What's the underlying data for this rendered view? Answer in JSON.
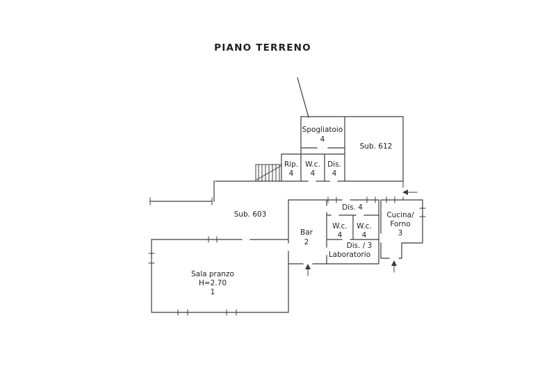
{
  "page": {
    "title": "PIANO TERRENO"
  },
  "colors": {
    "line": "#3b3b3b",
    "text": "#1e1e1e",
    "background": "#ffffff"
  },
  "rooms": {
    "spogliatoio": {
      "name": "Spogliatoio",
      "number": "4"
    },
    "sub612": {
      "name": "Sub. 612"
    },
    "rip": {
      "name": "Rip.",
      "number": "4"
    },
    "wc_upper": {
      "name": "W.c.",
      "number": "4"
    },
    "dis_upper": {
      "name": "Dis.",
      "number": "4"
    },
    "sub603": {
      "name": "Sub. 603"
    },
    "dis_bar": {
      "name": "Dis. 4"
    },
    "bar": {
      "name": "Bar",
      "number": "2"
    },
    "wc_bar_left": {
      "name": "W.c.",
      "number": "4"
    },
    "wc_bar_right": {
      "name": "W.c.",
      "number": "4"
    },
    "cucina": {
      "name_line1": "Cucina/",
      "name_line2": "Forno",
      "number": "3"
    },
    "dis_lab": {
      "name": "Dis. / 3"
    },
    "laboratorio": {
      "name": "Laboratorio"
    },
    "sala_pranzo": {
      "name": "Sala pranzo",
      "height": "H=2.70",
      "number": "1"
    }
  }
}
